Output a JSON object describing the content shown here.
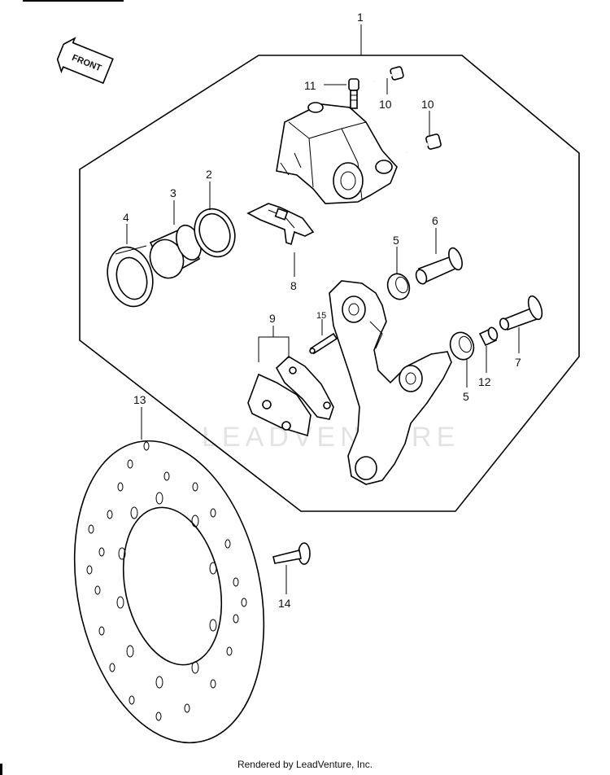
{
  "diagram": {
    "front_label": "FRONT",
    "watermark": "LEADVENTURE",
    "callouts": [
      {
        "id": "c1",
        "text": "1"
      },
      {
        "id": "c2",
        "text": "2"
      },
      {
        "id": "c3",
        "text": "3"
      },
      {
        "id": "c4",
        "text": "4"
      },
      {
        "id": "c5a",
        "text": "5"
      },
      {
        "id": "c5b",
        "text": "5"
      },
      {
        "id": "c6",
        "text": "6"
      },
      {
        "id": "c7",
        "text": "7"
      },
      {
        "id": "c8",
        "text": "8"
      },
      {
        "id": "c9",
        "text": "9"
      },
      {
        "id": "c10a",
        "text": "10"
      },
      {
        "id": "c10b",
        "text": "10"
      },
      {
        "id": "c11",
        "text": "11"
      },
      {
        "id": "c12",
        "text": "12"
      },
      {
        "id": "c13",
        "text": "13"
      },
      {
        "id": "c14",
        "text": "14"
      },
      {
        "id": "c15",
        "text": "15"
      }
    ]
  },
  "footer": {
    "text": "Rendered by LeadVenture, Inc."
  }
}
